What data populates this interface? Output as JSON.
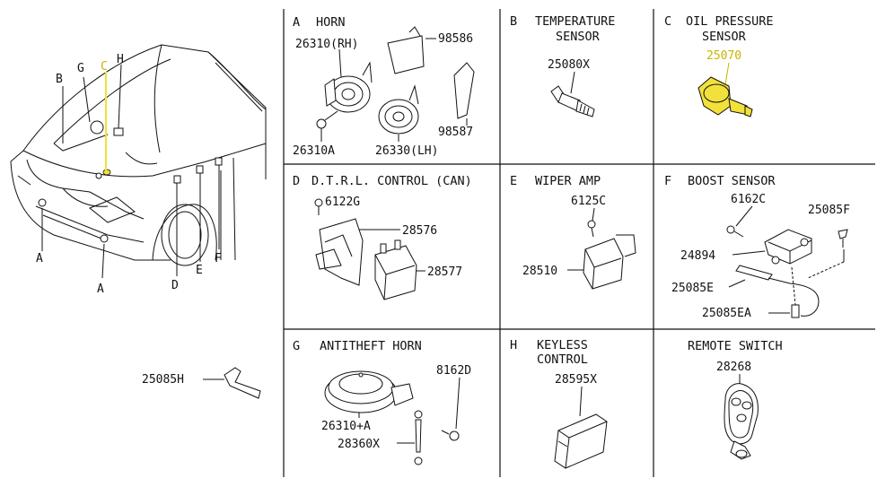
{
  "colors": {
    "highlight": "#f2e13a",
    "highlight_text": "#c8b400",
    "line": "#111111",
    "background": "#ffffff"
  },
  "overview": {
    "letters": {
      "A1": "A",
      "A2": "A",
      "B": "B",
      "C": "C",
      "D": "D",
      "E": "E",
      "F": "F",
      "G": "G",
      "H": "H"
    },
    "harness_part": "25085H"
  },
  "panels": {
    "A": {
      "letter": "A",
      "title": "HORN",
      "parts": [
        "26310(RH)",
        "98586",
        "98587",
        "26310A",
        "26330(LH)"
      ]
    },
    "B": {
      "letter": "B",
      "title_line1": "TEMPERATURE",
      "title_line2": "SENSOR",
      "parts": [
        "25080X"
      ]
    },
    "C": {
      "letter": "C",
      "title_line1": "OIL PRESSURE",
      "title_line2": "SENSOR",
      "parts": [
        "25070"
      ]
    },
    "D": {
      "letter": "D",
      "title": "D.T.R.L. CONTROL (CAN)",
      "parts": [
        "6122G",
        "28576",
        "28577"
      ]
    },
    "E": {
      "letter": "E",
      "title": "WIPER AMP",
      "parts": [
        "6125C",
        "28510"
      ]
    },
    "F": {
      "letter": "F",
      "title": "BOOST SENSOR",
      "parts": [
        "6162C",
        "25085F",
        "24894",
        "25085E",
        "25085EA"
      ]
    },
    "G": {
      "letter": "G",
      "title": "ANTITHEFT HORN",
      "parts": [
        "26310+A",
        "8162D",
        "28360X"
      ]
    },
    "H": {
      "letter": "H",
      "title_line1": "KEYLESS",
      "title_line2": "CONTROL",
      "parts": [
        "28595X"
      ]
    },
    "R": {
      "title": "REMOTE SWITCH",
      "parts": [
        "28268"
      ]
    }
  }
}
